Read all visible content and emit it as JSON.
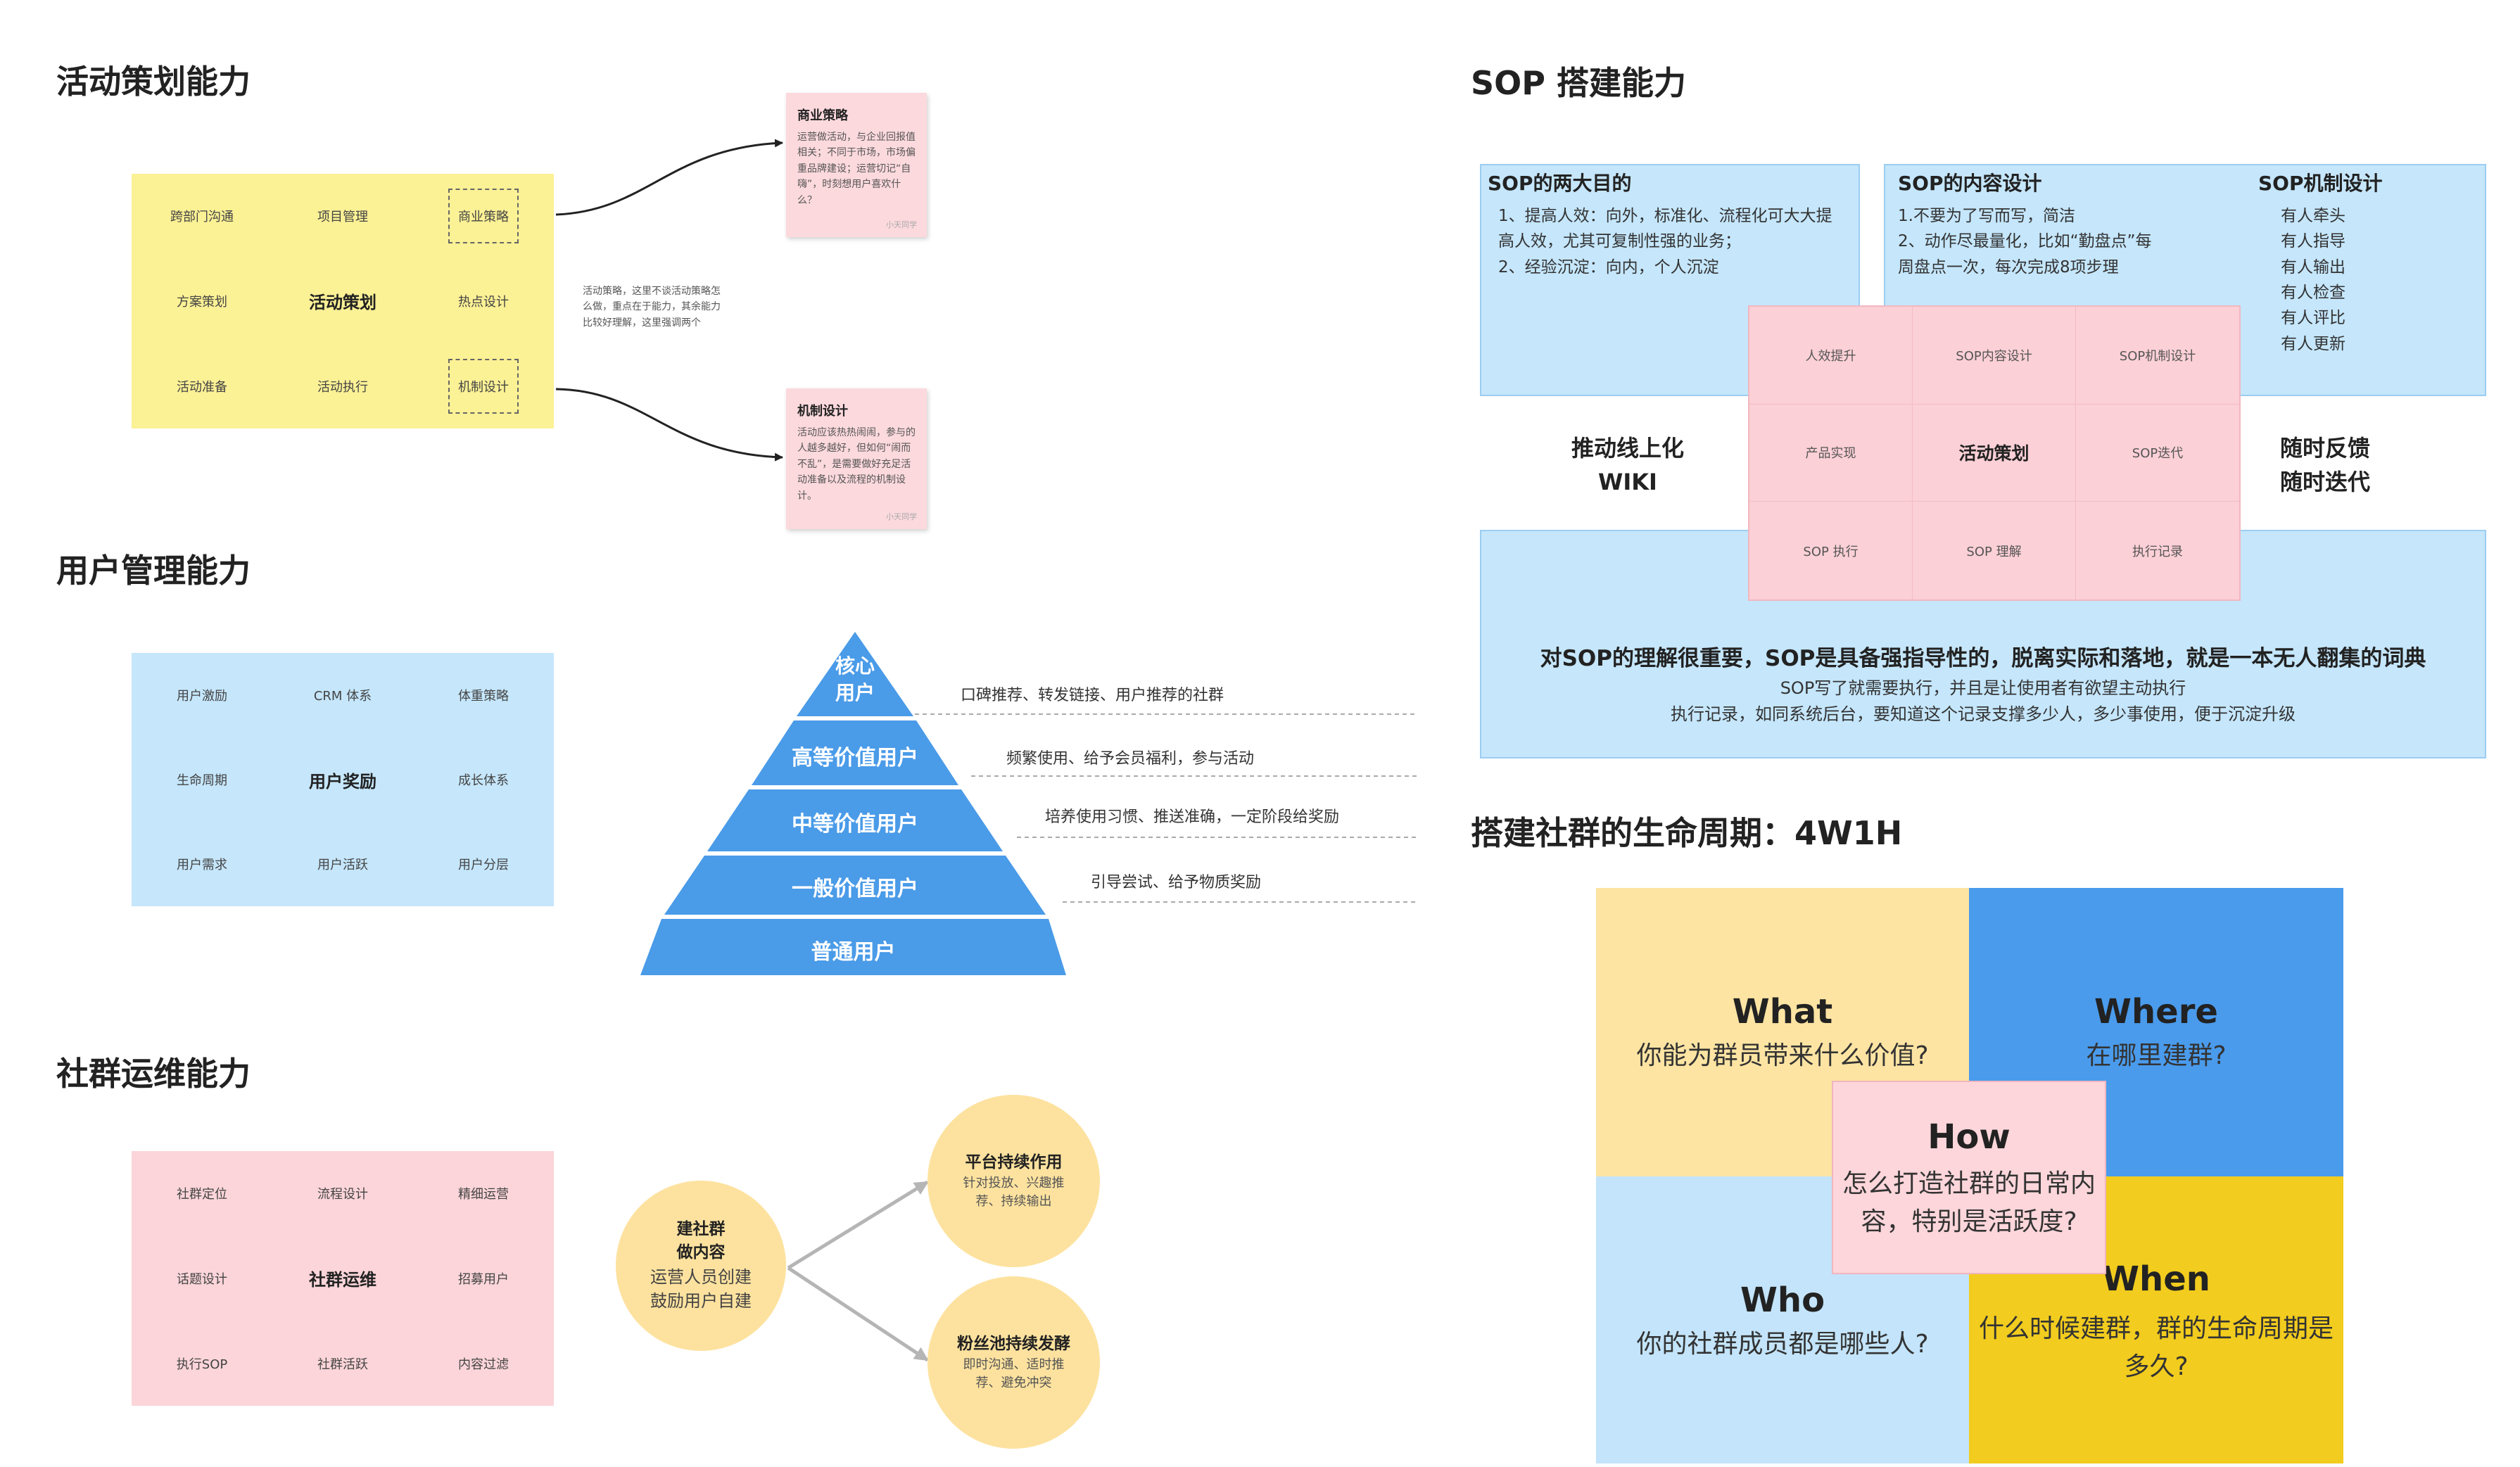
{
  "sections": {
    "activity_title": "活动策划能力",
    "user_title": "用户管理能力",
    "community_title": "社群运维能力",
    "sop_title": "SOP 搭建能力",
    "lifecycle_title": "搭建社群的生命周期：4W1H"
  },
  "activity_grid": [
    "跨部门沟通",
    "项目管理",
    "商业策略",
    "方案策划",
    "活动策划",
    "热点设计",
    "活动准备",
    "活动执行",
    "机制设计"
  ],
  "activity_notes": {
    "commercial": {
      "title": "商业策略",
      "body": "运营做活动，与企业回报值相关；不同于市场，市场偏重品牌建设；运营切记“自嗨”，时刻想用户喜欢什么？",
      "stamp": "小天同学"
    },
    "mechanism": {
      "title": "机制设计",
      "body": "活动应该热热闹闹，参与的人越多越好，但如何“闹而不乱”，是需要做好充足活动准备以及流程的机制设计。",
      "stamp": "小天同学"
    },
    "middle_text": "活动策略，这里不谈活动策略怎么做，重点在于能力，其余能力比较好理解，这里强调两个"
  },
  "user_grid": [
    "用户激励",
    "CRM 体系",
    "体重策略",
    "生命周期",
    "用户奖励",
    "成长体系",
    "用户需求",
    "用户活跃",
    "用户分层"
  ],
  "pyramid": {
    "levels": [
      "核心\n用户",
      "高等价值用户",
      "中等价值用户",
      "一般价值用户",
      "普通用户"
    ],
    "descriptions": [
      "口碑推荐、转发链接、用户推荐的社群",
      "频繁使用、给予会员福利，参与活动",
      "培养使用习惯、推送准确，一定阶段给奖励",
      "引导尝试、给予物质奖励"
    ]
  },
  "community_grid": [
    "社群定位",
    "流程设计",
    "精细运营",
    "话题设计",
    "社群运维",
    "招募用户",
    "执行SOP",
    "社群活跃",
    "内容过滤"
  ],
  "community_circles": {
    "build": {
      "title": "建社群\n做内容",
      "body": "运营人员创建\n鼓励用户自建"
    },
    "platform": {
      "title": "平台持续作用",
      "body": "针对投放、兴趣推\n荐、持续输出"
    },
    "fans": {
      "title": "粉丝池持续发酵",
      "body": "即时沟通、适时推\n荐、避免冲突"
    }
  },
  "sop": {
    "goals": {
      "title": "SOP的两大目的",
      "lines": [
        "1、提高人效：向外，标准化、流程化可大大提",
        "高人效，尤其可复制性强的业务；",
        "2、经验沉淀：向内，个人沉淀"
      ]
    },
    "content": {
      "title": "SOP的内容设计",
      "lines": [
        "1.不要为了写而写，简洁",
        "2、动作尽最量化，比如“勤盘点”每",
        "周盘点一次，每次完成8项步理"
      ]
    },
    "mechanism": {
      "title": "SOP机制设计",
      "lines": [
        "有人牵头",
        "有人指导",
        "有人输出",
        "有人检查",
        "有人评比",
        "有人更新"
      ]
    },
    "grid": [
      "人效提升",
      "SOP内容设计",
      "SOP机制设计",
      "产品实现",
      "活动策划",
      "SOP迭代",
      "SOP 执行",
      "SOP 理解",
      "执行记录"
    ],
    "left_label": "推动线上化\nWIKI",
    "right_label": "随时反馈\n随时迭代",
    "bottom": {
      "headline": "对SOP的理解很重要，SOP是具备强指导性的，脱离实际和落地，就是一本无人翻集的词典",
      "line1": "SOP写了就需要执行，并且是让使用者有欲望主动执行",
      "line2": "执行记录，如同系统后台，要知道这个记录支撑多少人，多少事使用，便于沉淀升级"
    }
  },
  "lifecycle": {
    "what": {
      "title": "What",
      "body": "你能为群员带来什么价值?"
    },
    "where": {
      "title": "Where",
      "body": "在哪里建群?"
    },
    "who": {
      "title": "Who",
      "body": "你的社群成员都是哪些人?"
    },
    "when": {
      "title": "When",
      "body": "什么时候建群，群的生命周期是\n多久?"
    },
    "how": {
      "title": "How",
      "body": "怎么打造社群的日常内\n容，特别是活跃度?"
    }
  },
  "colors": {
    "yellow": "#fbf195",
    "light_blue": "#c5e6fb",
    "pink": "#fbd5d9",
    "pyramid_blue": "#4a9be8",
    "circle_yellow": "#fde29f",
    "what_bg": "#fde4a3",
    "where_bg": "#4a9bec",
    "who_bg": "#c3e4fa",
    "when_bg": "#f2cc1e"
  }
}
